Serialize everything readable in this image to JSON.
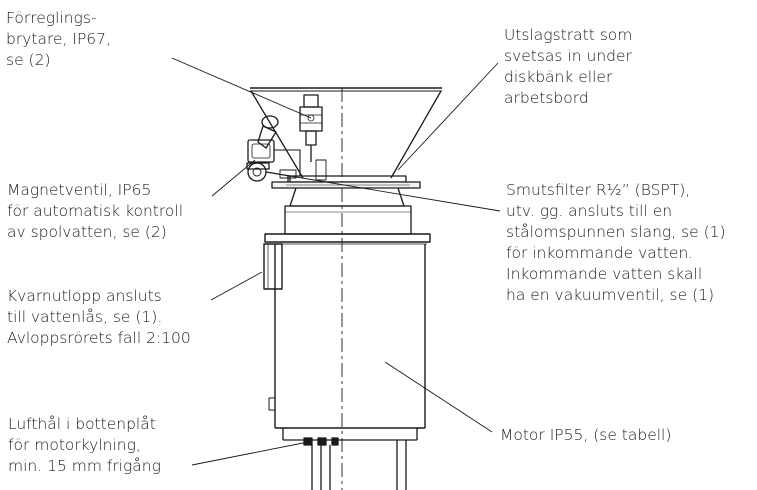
{
  "labels": {
    "forreglings": {
      "lines": [
        "Förreglings-",
        "brytare, IP67,",
        "se (2)"
      ]
    },
    "utslagstratt": {
      "lines": [
        "Utslagstratt som",
        "svetsas in under",
        "diskbänk eller",
        "arbetsbord"
      ]
    },
    "magnetventil": {
      "lines": [
        "Magnetventil, IP65",
        "för automatisk kontroll",
        "av spolvatten, se (2)"
      ]
    },
    "smutsfilter": {
      "lines": [
        "Smutsfilter R½” (BSPT),",
        "utv. gg. ansluts till en",
        "stålomspunnen slang, se (1)",
        "för inkommande vatten.",
        "Inkommande vatten skall",
        "ha en vakuumventil, se (1)"
      ]
    },
    "kvarnutlopp": {
      "lines": [
        "Kvarnutlopp ansluts",
        "till vattenlås, se (1).",
        "Avloppsrörets fall 2:100"
      ]
    },
    "motor": {
      "lines": [
        "Motor IP55, (se tabell)"
      ]
    },
    "lufthal": {
      "lines": [
        "Lufthål i bottenplåt",
        "för motorkylning,",
        "min. 15 mm frigång"
      ]
    }
  },
  "colors": {
    "line": "#1a1a1a",
    "text": "#222222",
    "background": "#ffffff"
  }
}
